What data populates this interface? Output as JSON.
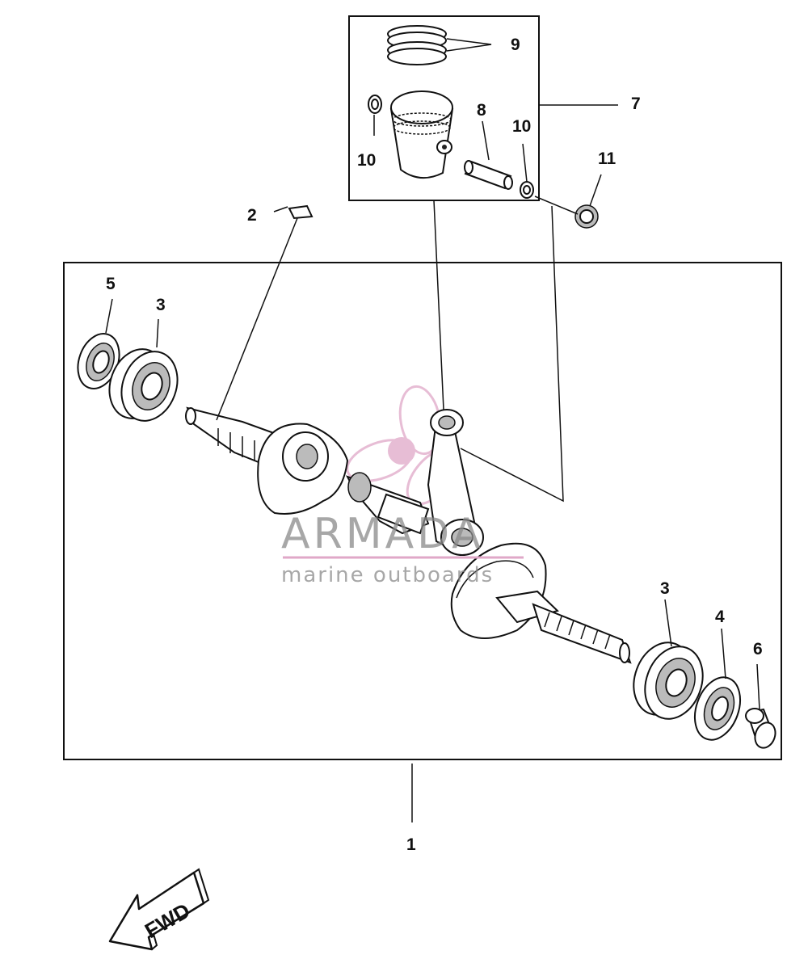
{
  "callouts": {
    "c1": "1",
    "c2": "2",
    "c3a": "3",
    "c3b": "3",
    "c4": "4",
    "c5": "5",
    "c6": "6",
    "c7": "7",
    "c8": "8",
    "c9": "9",
    "c10a": "10",
    "c10b": "10",
    "c11": "11"
  },
  "fwd_label": "FWD",
  "watermark": {
    "title": "ARMADA",
    "subtitle": "marine outboards",
    "accent_color": "#e0a8c8",
    "text_color": "#8a8a8a"
  },
  "icons": {
    "logo": "propeller-logo",
    "direction": "forward-arrow"
  }
}
